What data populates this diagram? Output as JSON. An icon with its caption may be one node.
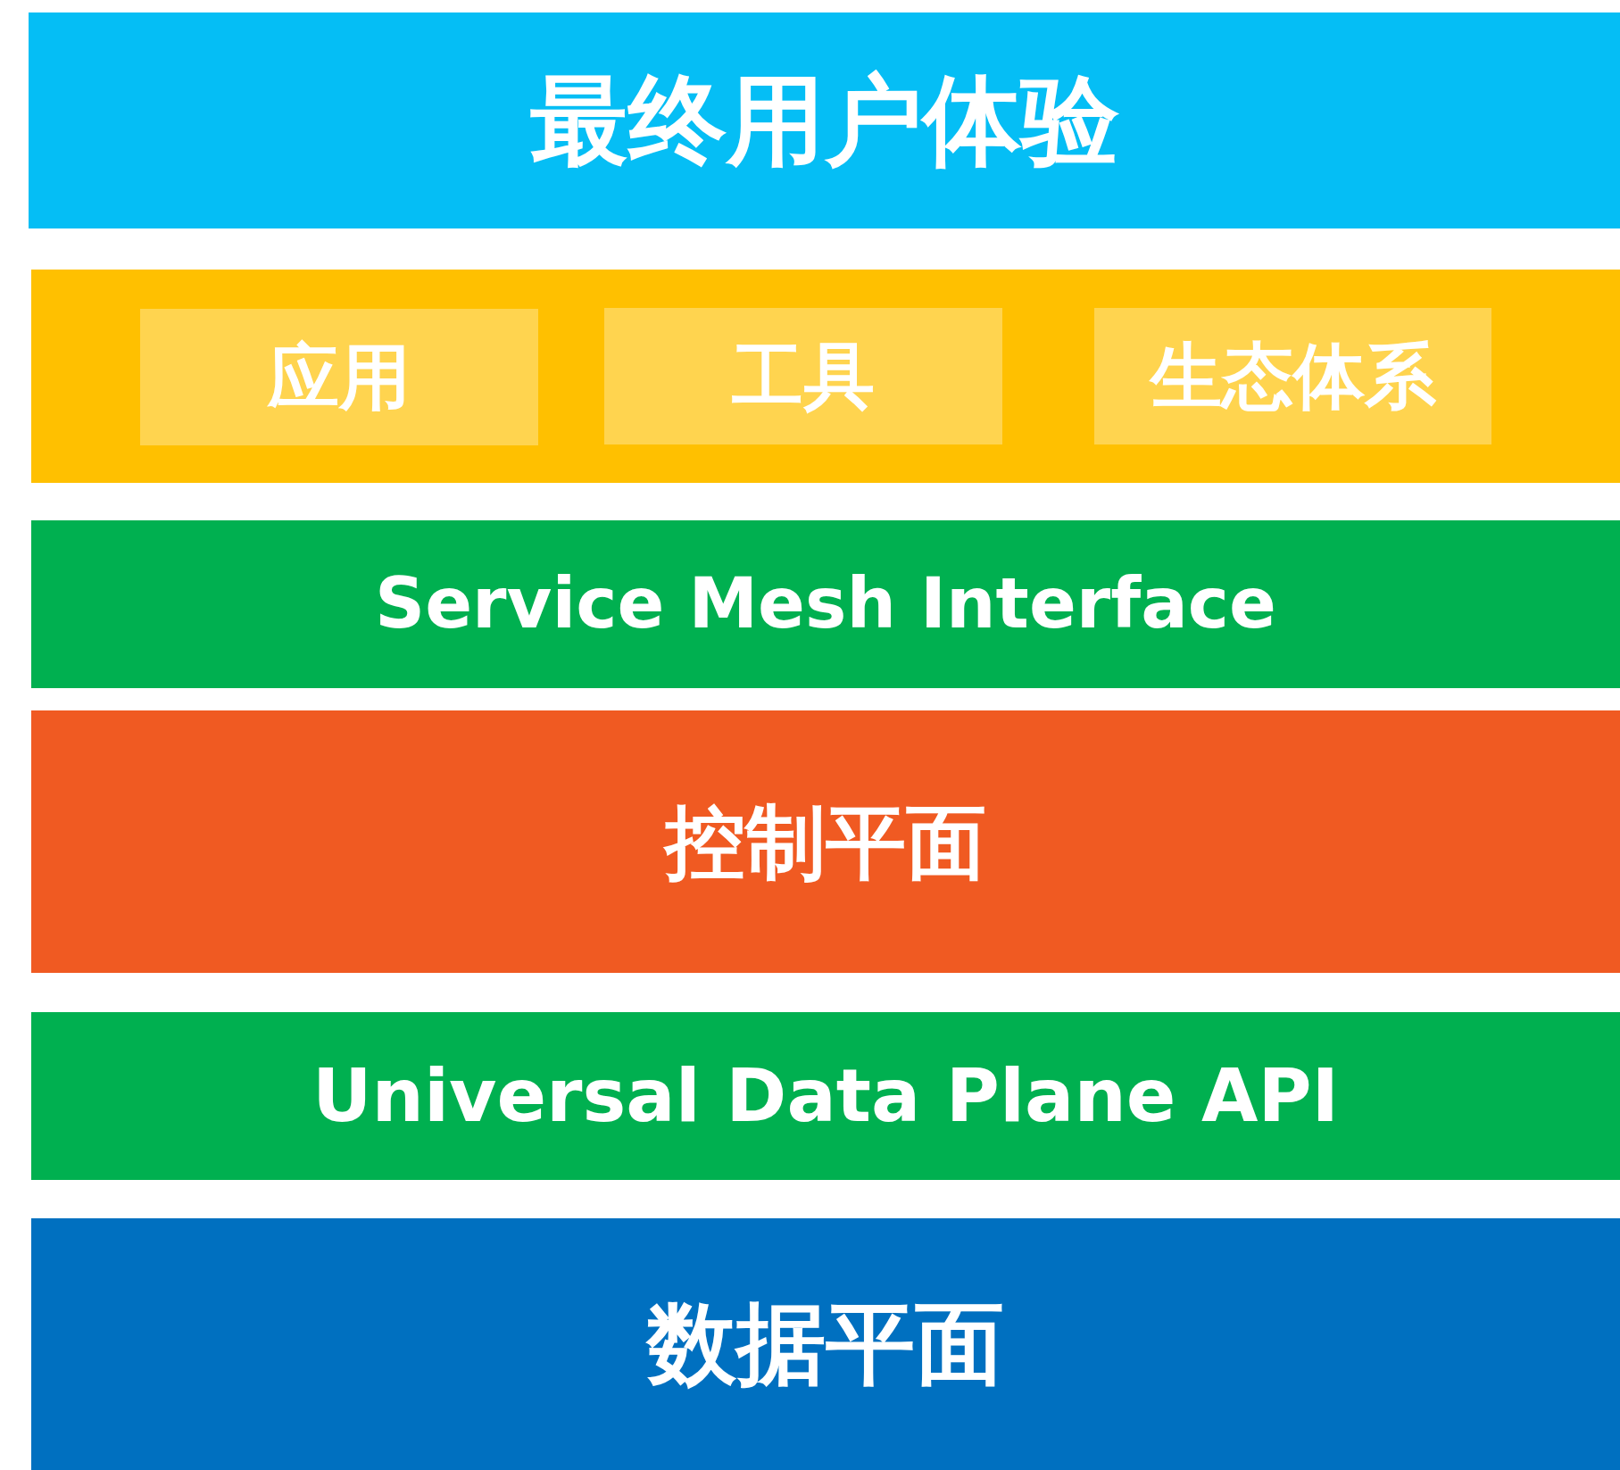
{
  "diagram": {
    "nodes": [
      {
        "text": [
          "最终用户体验"
        ]
      },
      {
        "text": [],
        "shape": "box"
      },
      {
        "text": [
          "应用"
        ],
        "in": 1
      },
      {
        "text": [
          "工具"
        ],
        "in": 1
      },
      {
        "text": [
          "生态体系"
        ],
        "in": 1
      },
      {
        "text": [
          "Service Mesh Interface"
        ]
      },
      {
        "text": [
          "控制平面"
        ]
      },
      {
        "text": [
          "Universal Data Plane API"
        ]
      },
      {
        "text": [
          "数据平面"
        ]
      }
    ]
  }
}
